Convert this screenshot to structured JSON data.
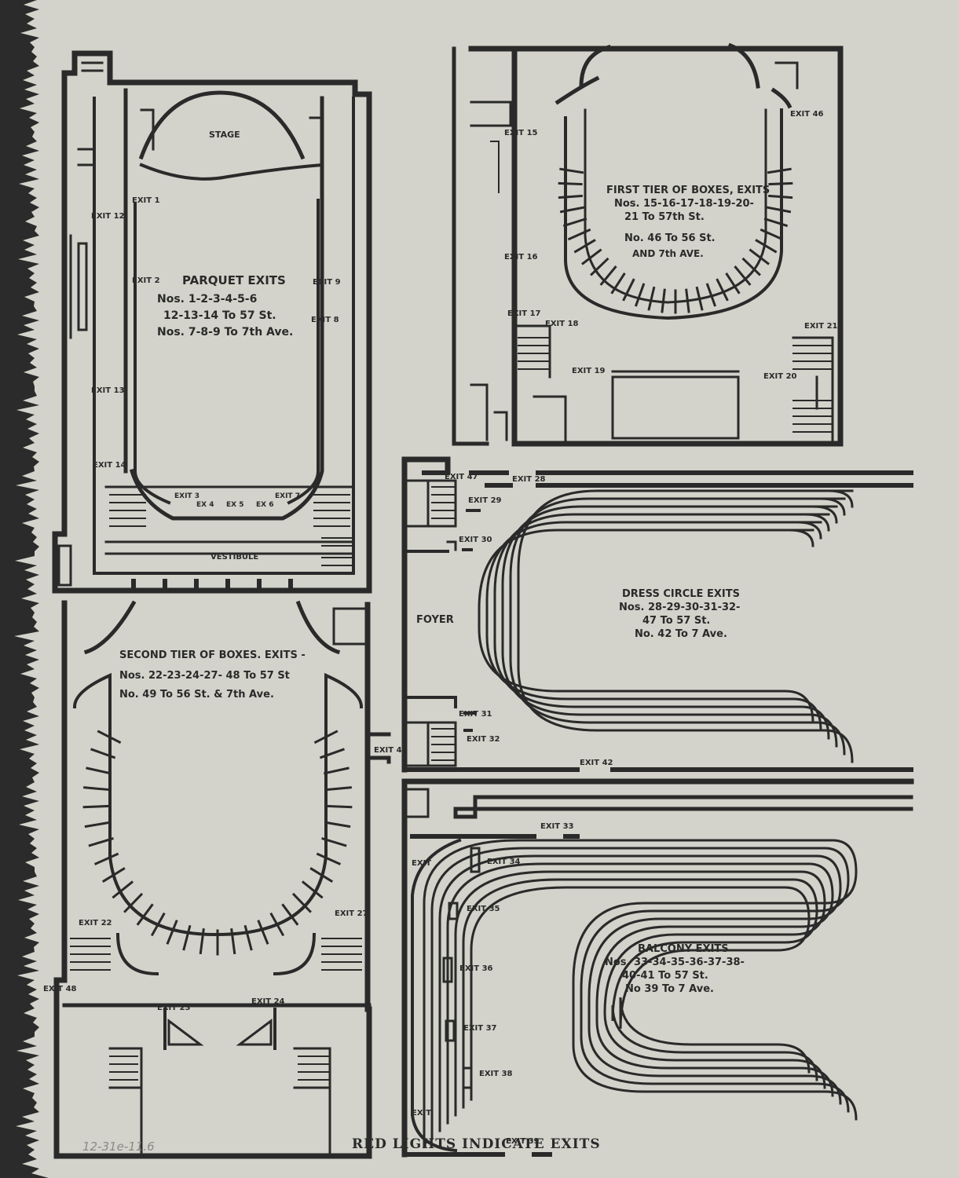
{
  "colors": {
    "paper": "#d3d3cb",
    "ink": "#2a2a2a",
    "background": "#2b2b2b",
    "pencil": "#8a8a86"
  },
  "parquet": {
    "stage": "STAGE",
    "vestibule": "VESTIBULE",
    "title": "PARQUET EXITS",
    "lines": [
      "Nos. 1-2-3-4-5-6",
      "12-13-14 To 57 St.",
      "Nos. 7-8-9 To 7th Ave."
    ],
    "exits": [
      "EXIT 1",
      "EXIT 2",
      "EXIT 3",
      "EX 4",
      "EX 5",
      "EX 6",
      "EXIT 7",
      "EXIT 8",
      "EXIT 9",
      "EXIT 12",
      "EXIT 13",
      "EXIT 14"
    ]
  },
  "first_tier": {
    "lines": [
      "FIRST TIER OF BOXES, EXITS",
      "Nos. 15-16-17-18-19-20-",
      "21 To 57th St.",
      "No. 46 To 56 St.",
      "AND 7th AVE."
    ],
    "exits": [
      "EXIT 15",
      "EXIT 16",
      "EXIT 17",
      "EXIT 18",
      "EXIT 19",
      "EXIT 20",
      "EXIT 21",
      "EXIT 46"
    ]
  },
  "second_tier": {
    "lines": [
      "SECOND TIER OF BOXES. EXITS -",
      "Nos. 22-23-24-27- 48 To 57 St",
      "No. 49 To 56 St. & 7th Ave."
    ],
    "exits": [
      "EXIT 22",
      "EXIT 23",
      "EXIT 24",
      "EXIT 27",
      "EXIT 48",
      "EXIT 49"
    ]
  },
  "dress_circle": {
    "foyer": "FOYER",
    "lines": [
      "DRESS CIRCLE EXITS",
      "Nos. 28-29-30-31-32-",
      "47 To 57 St.",
      "No. 42 To 7 Ave."
    ],
    "exits": [
      "EXIT 28",
      "EXIT 29",
      "EXIT 30",
      "EXIT 31",
      "EXIT 32",
      "EXIT 42",
      "EXIT 47"
    ]
  },
  "balcony": {
    "lines": [
      "BALCONY EXITS",
      "Nos. 33-34-35-36-37-38-",
      "40-41 To 57 St.",
      "No 39 To 7 Ave."
    ],
    "exits": [
      "EXIT 33",
      "EXIT 34",
      "EXIT 35",
      "EXIT 36",
      "EXIT 37",
      "EXIT 38",
      "EXIT 39",
      "EXIT"
    ]
  },
  "footer": "RED LIGHTS INDICATE EXITS",
  "pencil_note": "12-31e-11.6"
}
